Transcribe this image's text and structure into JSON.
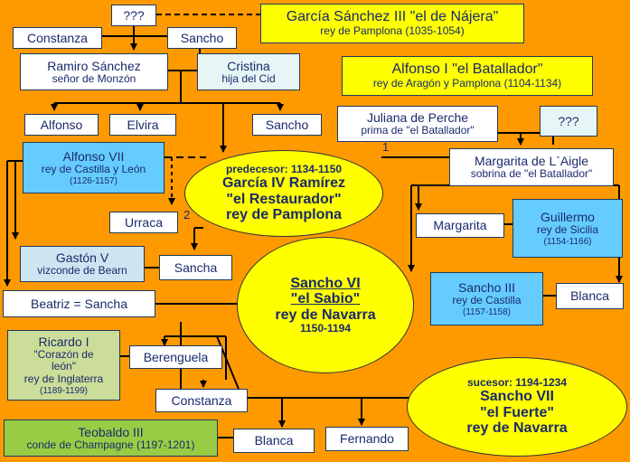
{
  "boxes": {
    "unknown1": "???",
    "garcia_iii": {
      "name": "García Sánchez III \"el de Nájera\"",
      "title": "rey de Pamplona (1035-1054)"
    },
    "constanza_top": "Constanza",
    "sancho_top": "Sancho",
    "ramiro": {
      "name": "Ramiro Sánchez",
      "title": "señor de Monzón"
    },
    "cristina": {
      "name": "Cristina",
      "title": "hija del Cid"
    },
    "alfonso_i": {
      "name": "Alfonso I \"el Batallador\"",
      "title": "rey de Aragón y Pamplona (1104-1134)"
    },
    "alfonso": "Alfonso",
    "elvira": "Elvira",
    "sancho_mid": "Sancho",
    "juliana": {
      "name": "Juliana de Perche",
      "title": "prima de \"el Batallador\""
    },
    "unknown2": "???",
    "alfonso_vii": {
      "name": "Alfonso VII",
      "title": "rey de Castilla y León",
      "years": "(1126-1157)"
    },
    "margarita_aigle": {
      "name": "Margarita de L`Aigle",
      "title": "sobrina de \"el Batallador\""
    },
    "urraca": "Urraca",
    "margarita": "Margarita",
    "guillermo": {
      "name": "Guillermo",
      "title": "rey de Sicilia",
      "years": "(1154-1166)"
    },
    "gaston": {
      "name": "Gastón V",
      "title": "vizconde de Bearn"
    },
    "sancha": "Sancha",
    "beatriz": "Beatriz = Sancha",
    "sancho_iii": {
      "name": "Sancho III",
      "title": "rey de Castilla",
      "years": "(1157-1158)"
    },
    "blanca_right": "Blanca",
    "ricardo": {
      "name": "Ricardo I",
      "nick1": "\"Corazón de",
      "nick2": "león\"",
      "title": "rey de Inglaterra",
      "years": "(1189-1199)"
    },
    "berenguela": "Berenguela",
    "constanza_bottom": "Constanza",
    "teobaldo": {
      "name": "Teobaldo III",
      "title": "conde de Champagne (1197-1201)"
    },
    "blanca_bottom": "Blanca",
    "fernando": "Fernando"
  },
  "ovals": {
    "predecessor": {
      "label": "predecesor: 1134-1150",
      "name1": "García IV Ramírez",
      "name2": "\"el Restaurador\"",
      "title": "rey de Pamplona"
    },
    "main": {
      "name1": "Sancho VI",
      "name2": "\"el Sabio\"",
      "title": "rey de Navarra",
      "years": "1150-1194"
    },
    "successor": {
      "label": "sucesor: 1194-1234",
      "name1": "Sancho VII",
      "name2": "\"el Fuerte\"",
      "title": "rey de Navarra"
    }
  },
  "marriage_labels": {
    "first": "1",
    "second": "2"
  }
}
